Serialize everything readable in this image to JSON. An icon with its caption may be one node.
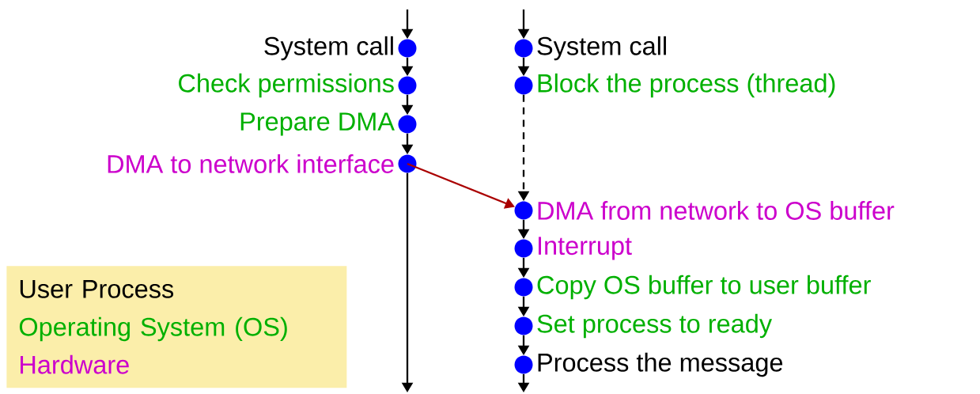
{
  "diagram": {
    "nodes": [
      {
        "text": [],
        "shape": "circle",
        "beside": [
          "System call"
        ]
      },
      {
        "text": [],
        "shape": "circle",
        "beside": [
          "Check permissions"
        ]
      },
      {
        "text": [],
        "shape": "circle",
        "beside": [
          "Prepare DMA"
        ]
      },
      {
        "text": [],
        "shape": "circle",
        "beside": [
          "DMA to network interface"
        ]
      },
      {
        "text": [],
        "shape": "circle",
        "beside": [
          "System call"
        ]
      },
      {
        "text": [],
        "shape": "circle",
        "beside": [
          "Block the process (thread)"
        ]
      },
      {
        "text": [],
        "shape": "circle",
        "beside": [
          "DMA from network to OS buffer"
        ]
      },
      {
        "text": [],
        "shape": "circle",
        "beside": [
          "Interrupt"
        ]
      },
      {
        "text": [],
        "shape": "circle",
        "beside": [
          "Copy OS buffer to user buffer"
        ]
      },
      {
        "text": [],
        "shape": "circle",
        "beside": [
          "Set process to ready"
        ]
      },
      {
        "text": [],
        "shape": "circle",
        "beside": [
          "Process the message"
        ]
      }
    ],
    "edges": [
      {
        "from": null,
        "to": 0,
        "arrow": "to"
      },
      {
        "from": 0,
        "to": 1,
        "arrow": "to"
      },
      {
        "from": 1,
        "to": 2,
        "arrow": "to"
      },
      {
        "from": 2,
        "to": 3,
        "arrow": "to"
      },
      {
        "from": 3,
        "to": null,
        "arrow": "to"
      },
      {
        "from": 3,
        "to": 6,
        "arrow": "to",
        "color": "#aa0000"
      },
      {
        "from": null,
        "to": 4,
        "arrow": "to"
      },
      {
        "from": 4,
        "to": 5,
        "arrow": "to"
      },
      {
        "from": 5,
        "to": 6,
        "arrow": "to",
        "style": "dashed"
      },
      {
        "from": 6,
        "to": 7,
        "arrow": "to"
      },
      {
        "from": 7,
        "to": 8,
        "arrow": "to"
      },
      {
        "from": 8,
        "to": 9,
        "arrow": "to"
      },
      {
        "from": 9,
        "to": 10,
        "arrow": "to"
      },
      {
        "from": 10,
        "to": null,
        "arrow": "to"
      }
    ],
    "legend": [
      {
        "text": "User Process",
        "color": "#000000"
      },
      {
        "text": "Operating System (OS)",
        "color": "#00b000"
      },
      {
        "text": "Hardware",
        "color": "#cc00cc"
      }
    ]
  }
}
